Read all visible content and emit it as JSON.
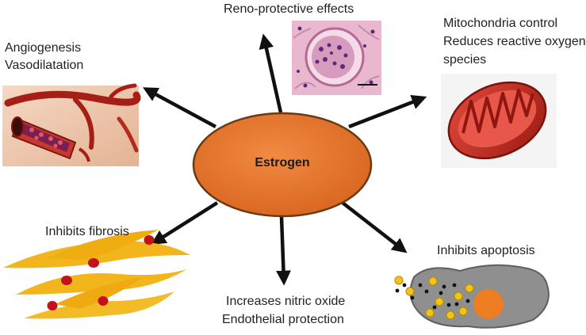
{
  "center": {
    "label": "Estrogen"
  },
  "effects": {
    "reno": {
      "line1": "Reno-protective effects"
    },
    "angio": {
      "line1": "Angiogenesis",
      "line2": "Vasodilatation"
    },
    "mito": {
      "line1": "Mitochondria control",
      "line2": "Reduces reactive oxygen",
      "line3": "species"
    },
    "fibrosis": {
      "line1": "Inhibits fibrosis"
    },
    "no": {
      "line1": "Increases nitric oxide",
      "line2": "Endothelial protection"
    },
    "apoptosis": {
      "line1": "Inhibits apoptosis"
    }
  },
  "colors": {
    "ellipse_fill": "#e8742e",
    "ellipse_stroke": "#6b3a12",
    "arrow": "#111111",
    "vessel": "#b52a1e",
    "mito": "#c8281e",
    "fibroblast": "#f2b51c",
    "nucleus": "#c2121c",
    "cell": "#8c8c8c",
    "granule": "#f3c316",
    "cell_nucleus": "#ef7d22"
  }
}
